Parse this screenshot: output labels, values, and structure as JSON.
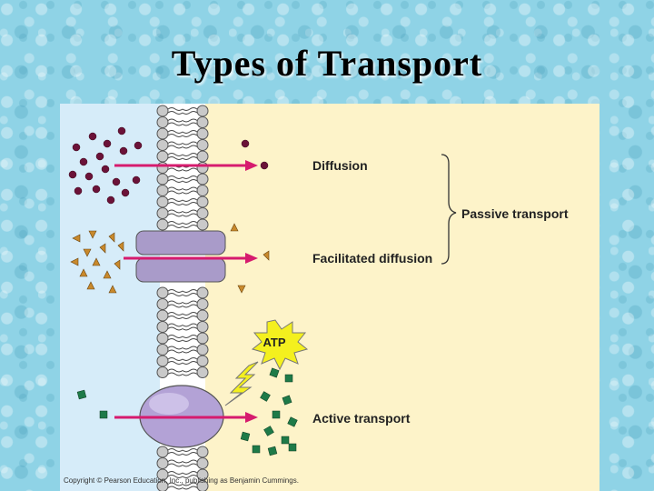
{
  "slide": {
    "title": "Types of Transport"
  },
  "diagram": {
    "labels": {
      "diffusion": "Diffusion",
      "facilitated_diffusion": "Facilitated diffusion",
      "active_transport": "Active transport",
      "passive_transport": "Passive transport",
      "atp": "ATP"
    },
    "copyright": "Copyright © Pearson Education, Inc., publishing as Benjamin Cummings.",
    "colors": {
      "outside_region": "#d6ecf9",
      "inside_region": "#fdf3c9",
      "arrow": "#d61b6e",
      "molecule_circle": "#6b1238",
      "molecule_triangle": "#c8892c",
      "molecule_square": "#1e7a48",
      "channel_protein": "#a99bc9",
      "pump_protein": "#b3a2d6",
      "atp_burst": "#f4f01e"
    }
  }
}
